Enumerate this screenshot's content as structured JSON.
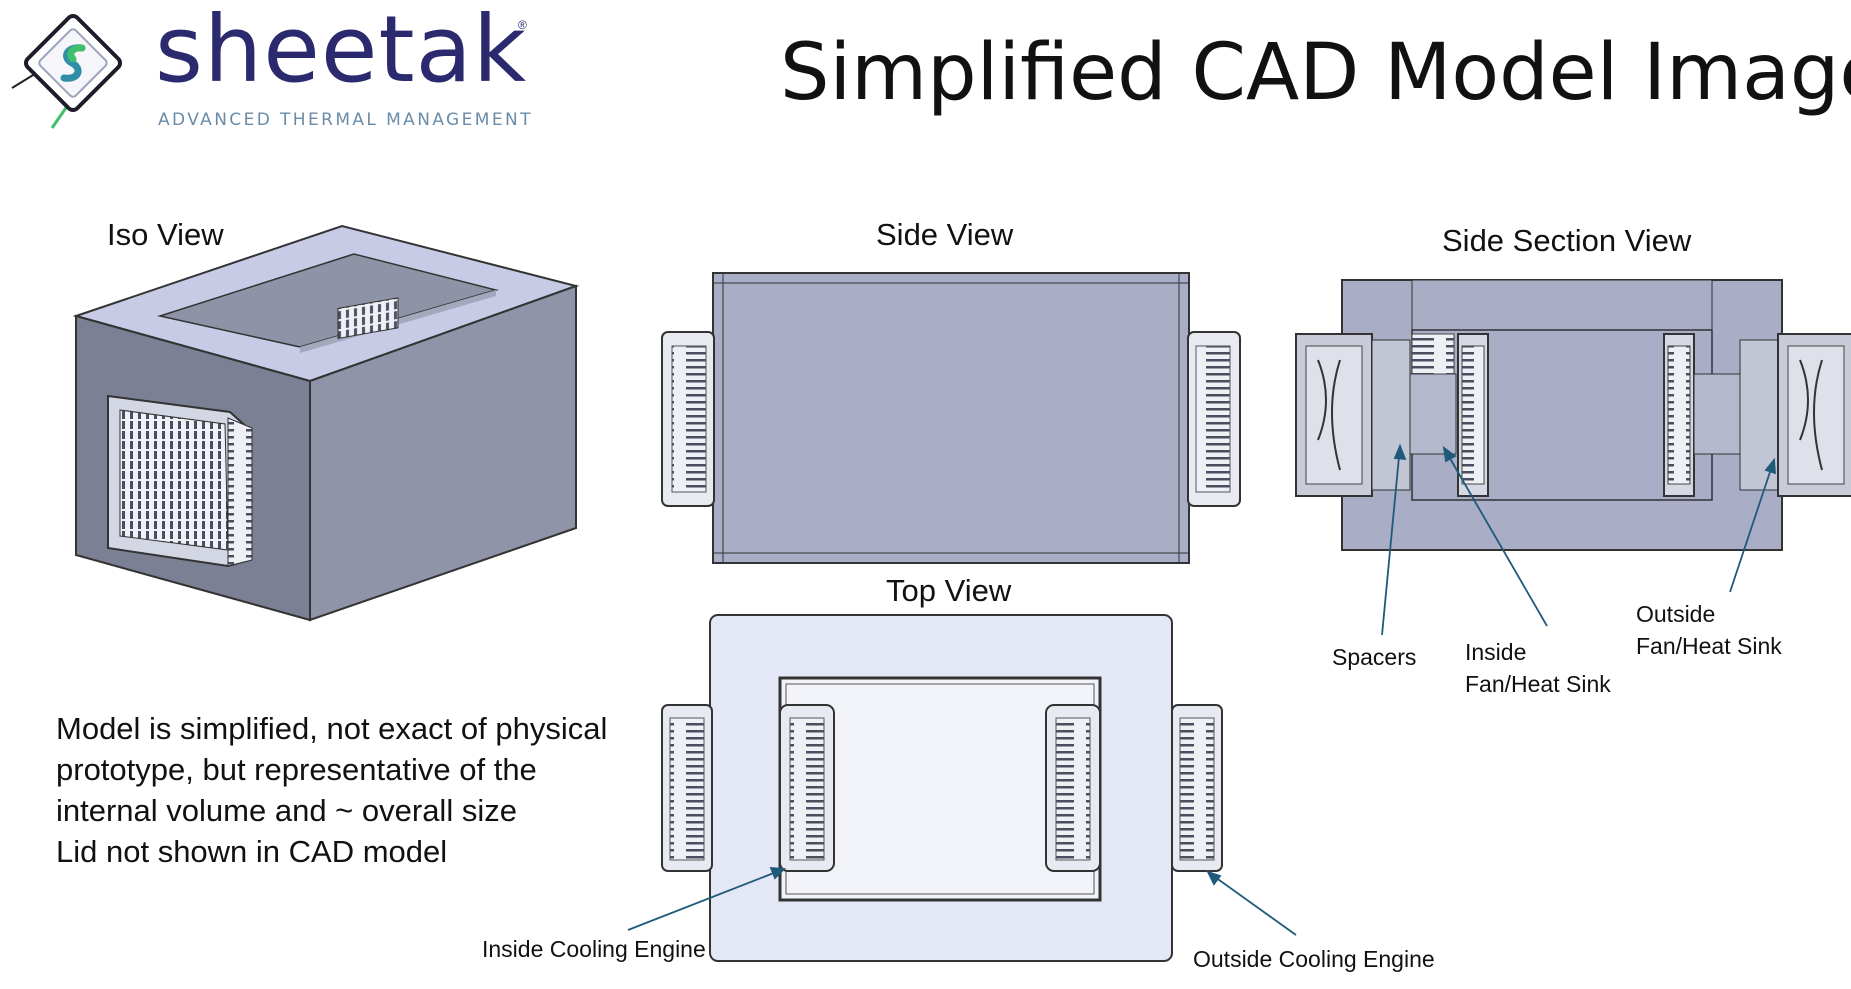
{
  "brand": {
    "name": "sheetak",
    "registered": "®",
    "tagline": "ADVANCED THERMAL MANAGEMENT"
  },
  "title": "Simplified CAD Model Images",
  "views": {
    "iso": "Iso View",
    "side": "Side View",
    "side_section": "Side Section View",
    "top": "Top View"
  },
  "callouts": {
    "spacers": "Spacers",
    "inside_fan_line1": "Inside",
    "inside_fan_line2": "Fan/Heat Sink",
    "outside_fan_line1": "Outside",
    "outside_fan_line2": "Fan/Heat Sink",
    "inside_engine": "Inside Cooling Engine",
    "outside_engine": "Outside Cooling Engine"
  },
  "note": {
    "line1": "Model is simplified, not exact of physical",
    "line2": "prototype, but representative of the",
    "line3": "internal volume and ~ overall size",
    "line4": "Lid not shown in CAD model"
  },
  "colors": {
    "brand_navy": "#2b2a6e",
    "brand_gray": "#6a8ca8",
    "brand_green": "#3fbf6a",
    "box_fill": "#a9adc6",
    "box_dark": "#7c8196",
    "lid_fill": "#e4e8f6",
    "leader": "#1f5a7a"
  }
}
